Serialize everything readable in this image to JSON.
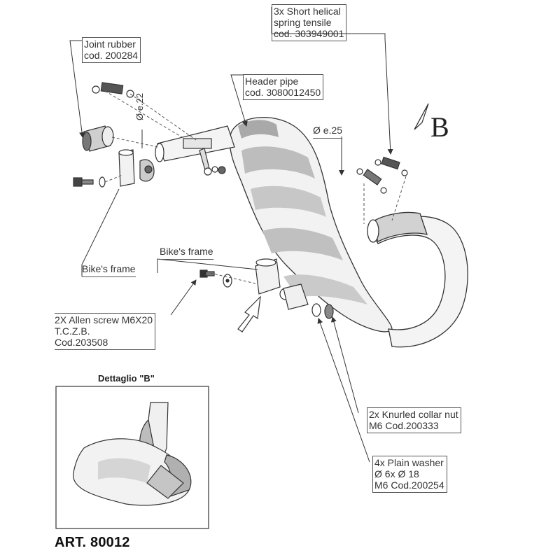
{
  "labels": {
    "springs_top": [
      "3x Short helical",
      "spring tensile",
      "cod. 303949001"
    ],
    "joint_rubber": [
      "Joint rubber",
      "cod. 200284"
    ],
    "header_pipe": [
      "Header pipe",
      "cod. 3080012450"
    ],
    "dia_25": "Ø e.25",
    "dia_22": "Ø e.22",
    "bikes_frame_left": "Bike's frame",
    "bikes_frame_center": "Bike's frame",
    "allen_screw": [
      "2X Allen screw M6X20",
      "T.C.Z.B.",
      "Cod.203508"
    ],
    "knurled_nut": [
      "2x Knurled collar nut",
      "M6 Cod.200333"
    ],
    "plain_washer": [
      "4x Plain washer",
      "Ø 6x Ø 18",
      "M6 Cod.200254"
    ],
    "view_letter": "B",
    "detail_title": "Dettaglio \"B\"",
    "article": "ART. 80012"
  }
}
